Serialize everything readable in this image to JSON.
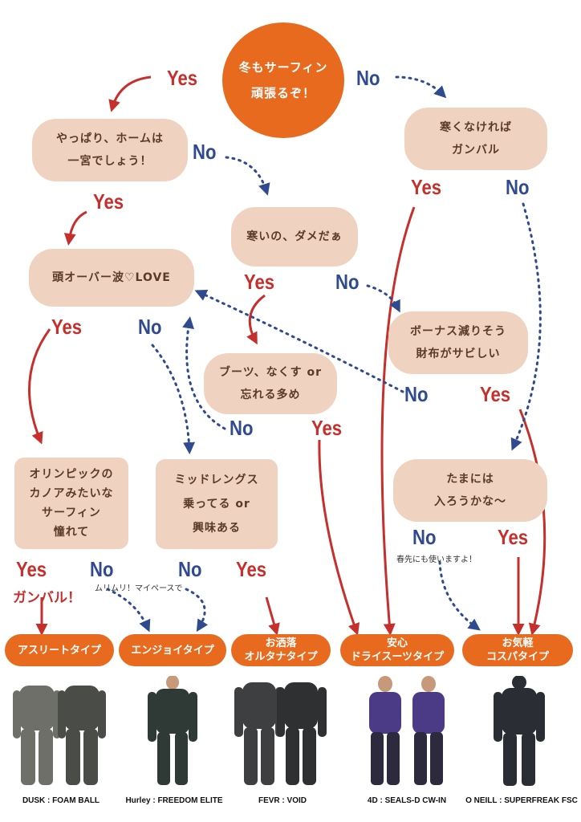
{
  "start": "冬もサーフィン\n頑張るぞ！",
  "nodes": {
    "home": "やっぱり、ホームは\n一宮でしょう！",
    "cold_ok": "寒くなければ\nガンバル",
    "cold_no": "寒いの、ダメだぁ",
    "overhead": "頭オーバー波♡LOVE",
    "bonus": "ボーナス減りそう\n財布がサビしい",
    "boots": "ブーツ、なくす or\n忘れる多め",
    "olympic": "オリンピックの\nカノアみたいな\nサーフィン\n憧れて",
    "midlength": "ミッドレングス\n乗ってる or\n興味ある",
    "sometimes": "たまには\n入ろうかな～"
  },
  "labels": {
    "yes": "Yes",
    "no": "No"
  },
  "notes": {
    "ganbaru": "ガンバル！",
    "murimuri": "ムリムリ！マイペースで",
    "spring": "春先にも使いますよ！"
  },
  "results": {
    "athlete": "アスリートタイプ",
    "enjoy": "エンジョイタイプ",
    "fashion": "お洒落\nオルタナタイプ",
    "safe": "安心\nドライスーツタイプ",
    "cospa": "お気軽\nコスパタイプ"
  },
  "products": {
    "athlete": "DUSK : FOAM BALL",
    "enjoy": "Hurley : FREEDOM ELITE",
    "fashion": "FEVR : VOID",
    "safe": "4D : SEALS-D CW-IN",
    "cospa": "O NEILL : SUPERFREAK FSC"
  },
  "colors": {
    "orange": "#e86a1e",
    "bubble": "#f0d2c0",
    "yes": "#c6302c",
    "no": "#2f4a8e"
  }
}
